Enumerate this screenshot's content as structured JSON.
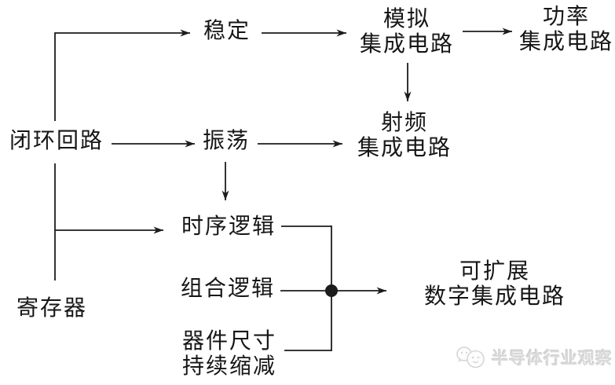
{
  "diagram": {
    "background_color": "#ffffff",
    "line_color": "#1c1c1c",
    "text_color": "#161616",
    "nodes": {
      "closed_loop": {
        "label": "闭环回路"
      },
      "stable": {
        "label": "稳定"
      },
      "oscillation": {
        "label": "振荡"
      },
      "analog_ic": {
        "line1": "模拟",
        "line2": "集成电路"
      },
      "power_ic": {
        "line1": "功率",
        "line2": "集成电路"
      },
      "rf_ic": {
        "line1": "射频",
        "line2": "集成电路"
      },
      "sequential_logic": {
        "label": "时序逻辑"
      },
      "combinational_logic": {
        "label": "组合逻辑"
      },
      "device_scaling": {
        "line1": "器件尺寸",
        "line2": "持续缩减"
      },
      "register": {
        "label": "寄存器"
      },
      "scalable_digital_ic": {
        "line1": "可扩展",
        "line2": "数字集成电路"
      }
    },
    "edges": [
      {
        "from": "闭环回路",
        "to": "稳定",
        "arrow": true
      },
      {
        "from": "闭环回路",
        "to": "振荡",
        "arrow": true
      },
      {
        "from": "闭环回路",
        "to": "时序逻辑",
        "arrow": true
      },
      {
        "from": "闭环回路",
        "to": "寄存器",
        "arrow": false
      },
      {
        "from": "稳定",
        "to": "模拟集成电路",
        "arrow": true
      },
      {
        "from": "模拟集成电路",
        "to": "功率集成电路",
        "arrow": true
      },
      {
        "from": "模拟集成电路",
        "to": "射频集成电路",
        "arrow": true
      },
      {
        "from": "振荡",
        "to": "射频集成电路",
        "arrow": true
      },
      {
        "from": "振荡",
        "to": "时序逻辑",
        "arrow": true
      },
      {
        "from": "时序逻辑",
        "to": "可扩展数字集成电路",
        "arrow": true,
        "via": "junction-dot"
      },
      {
        "from": "组合逻辑",
        "to": "可扩展数字集成电路",
        "arrow": true,
        "via": "junction-dot"
      },
      {
        "from": "器件尺寸持续缩减",
        "to": "可扩展数字集成电路",
        "arrow": true,
        "via": "junction-dot"
      }
    ],
    "watermark": {
      "text": "半导体行业观察",
      "color": "#d9d9d9"
    }
  }
}
